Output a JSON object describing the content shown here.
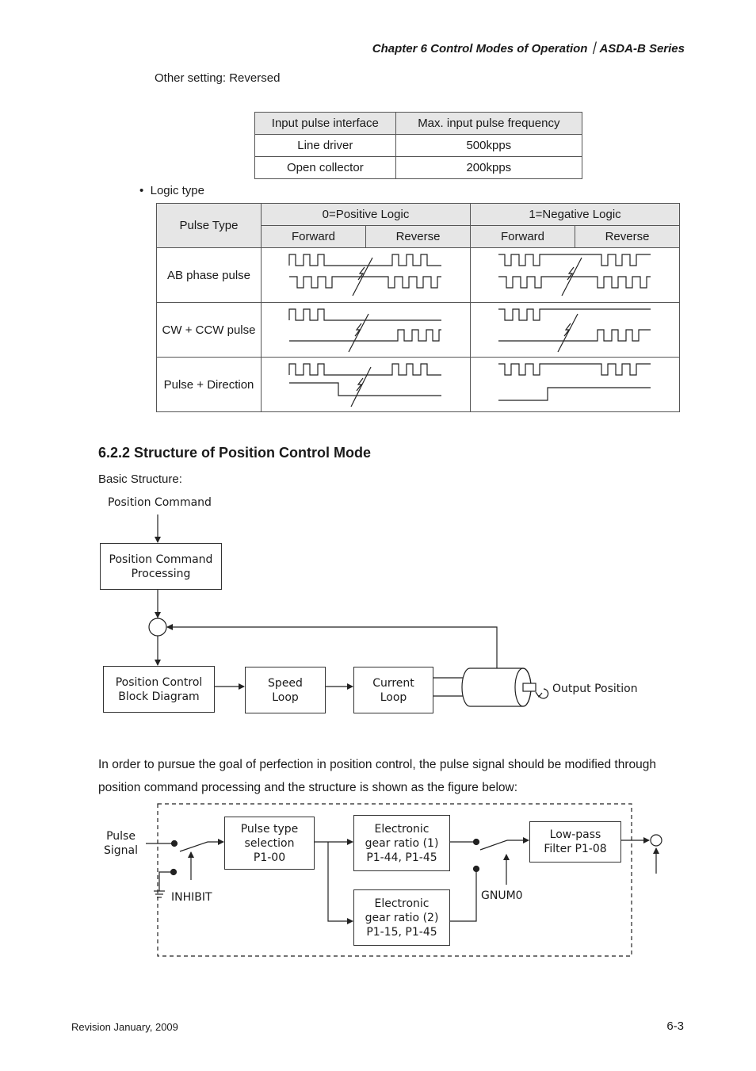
{
  "header": {
    "chapter": "Chapter 6  Control Modes of Operation｜ASDA-B Series"
  },
  "intro": {
    "other_setting": "Other setting: Reversed"
  },
  "freq_table": {
    "headers": [
      "Input pulse interface",
      "Max. input pulse frequency"
    ],
    "rows": [
      [
        "Line driver",
        "500kpps"
      ],
      [
        "Open collector",
        "200kpps"
      ]
    ]
  },
  "logic": {
    "bullet": "Logic type",
    "pulse_type_header": "Pulse Type",
    "positive": "0=Positive Logic",
    "negative": "1=Negative Logic",
    "forward": "Forward",
    "reverse": "Reverse",
    "rows": [
      "AB phase pulse",
      "CW + CCW pulse",
      "Pulse + Direction"
    ]
  },
  "section": {
    "title": "6.2.2  Structure of Position Control Mode",
    "basic": "Basic Structure:"
  },
  "basic_diagram": {
    "input_label": "Position Command",
    "processing": "Position Command\nProcessing",
    "pos_block": "Position Control\nBlock Diagram",
    "speed_loop": "Speed\nLoop",
    "current_loop": "Current\nLoop",
    "output": "Output Position"
  },
  "paragraph": "In order to pursue the goal of perfection in position control, the pulse signal should be modified through position command processing and the structure is shown as the figure below:",
  "proc_diagram": {
    "pulse_signal": "Pulse\nSignal",
    "inhibit": "INHIBIT",
    "pulse_type": "Pulse type\nselection\nP1-00",
    "gear1": "Electronic\ngear ratio (1)\nP1-44, P1-45",
    "gear2": "Electronic\ngear ratio (2)\nP1-15, P1-45",
    "gnum": "GNUM0",
    "lowpass": "Low-pass\nFilter P1-08"
  },
  "footer": {
    "revision": "Revision January, 2009",
    "page": "6-3"
  }
}
